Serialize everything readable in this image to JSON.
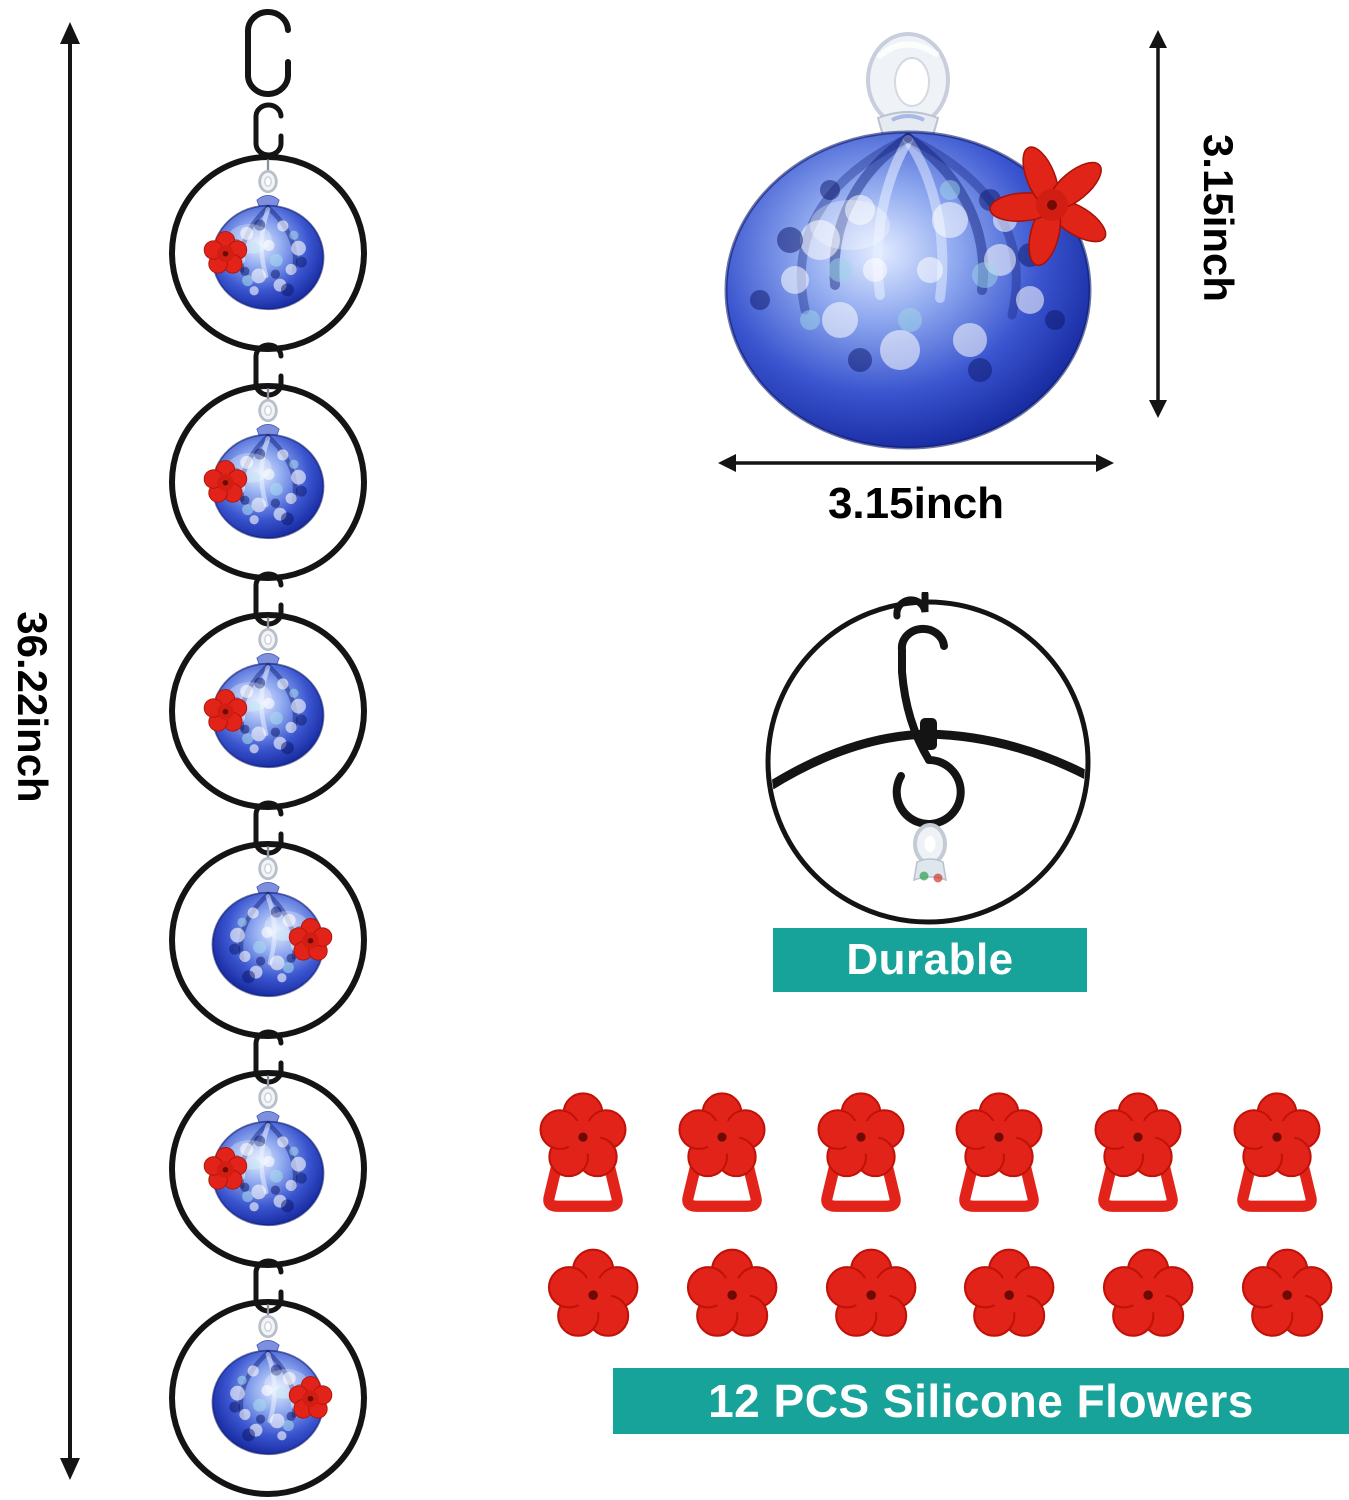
{
  "product_infographic": {
    "chain_section": {
      "height_label": "36.22inch",
      "feeder_count": 6
    },
    "feeder_closeup": {
      "height_label": "3.15inch",
      "width_label": "3.15inch"
    },
    "hook_closeup": {
      "badge_label": "Durable"
    },
    "flowers_section": {
      "badge_label": "12 PCS Silicone Flowers",
      "top_row_count": 6,
      "bottom_row_count": 6
    },
    "colors": {
      "teal": "#18a39a",
      "red": "#e2231a",
      "glass_blue": "#2b49c9",
      "black": "#141414"
    }
  }
}
